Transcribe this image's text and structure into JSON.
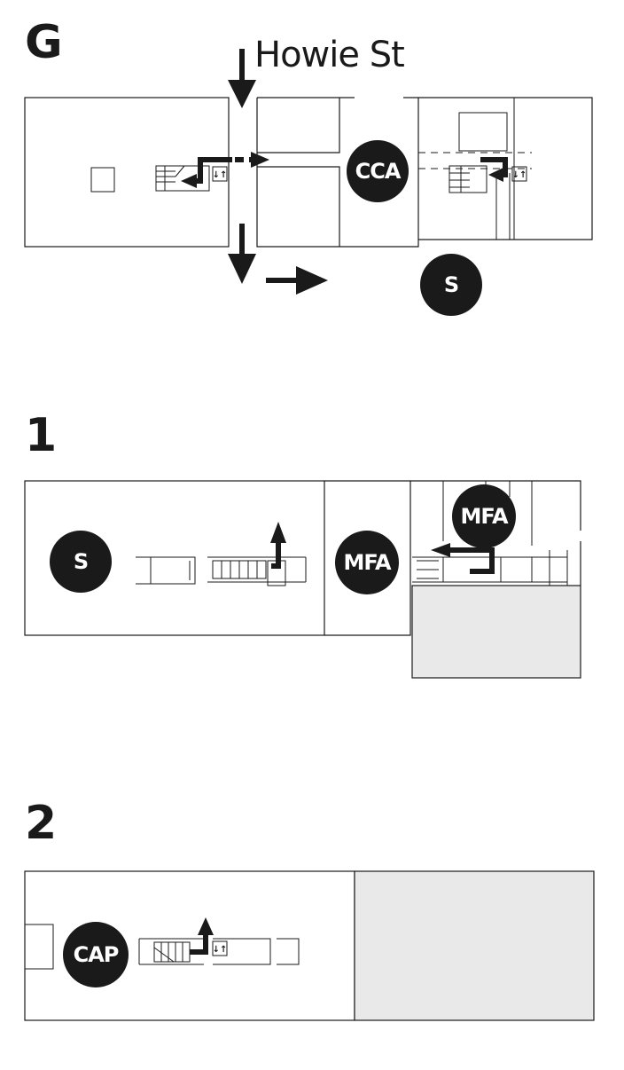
{
  "floors": [
    {
      "label": "G",
      "street": "Howie St",
      "badges": [
        "CCA",
        "S"
      ]
    },
    {
      "label": "1",
      "badges": [
        "S",
        "MFA",
        "MFA"
      ]
    },
    {
      "label": "2",
      "badges": [
        "CAP"
      ]
    }
  ],
  "icons": {
    "elevator": "elevator-icon",
    "stairs": "stairs-icon",
    "arrow": "direction-arrow-icon"
  },
  "colors": {
    "ink": "#1a1a1a",
    "shaded_area": "#e9e9e9"
  }
}
